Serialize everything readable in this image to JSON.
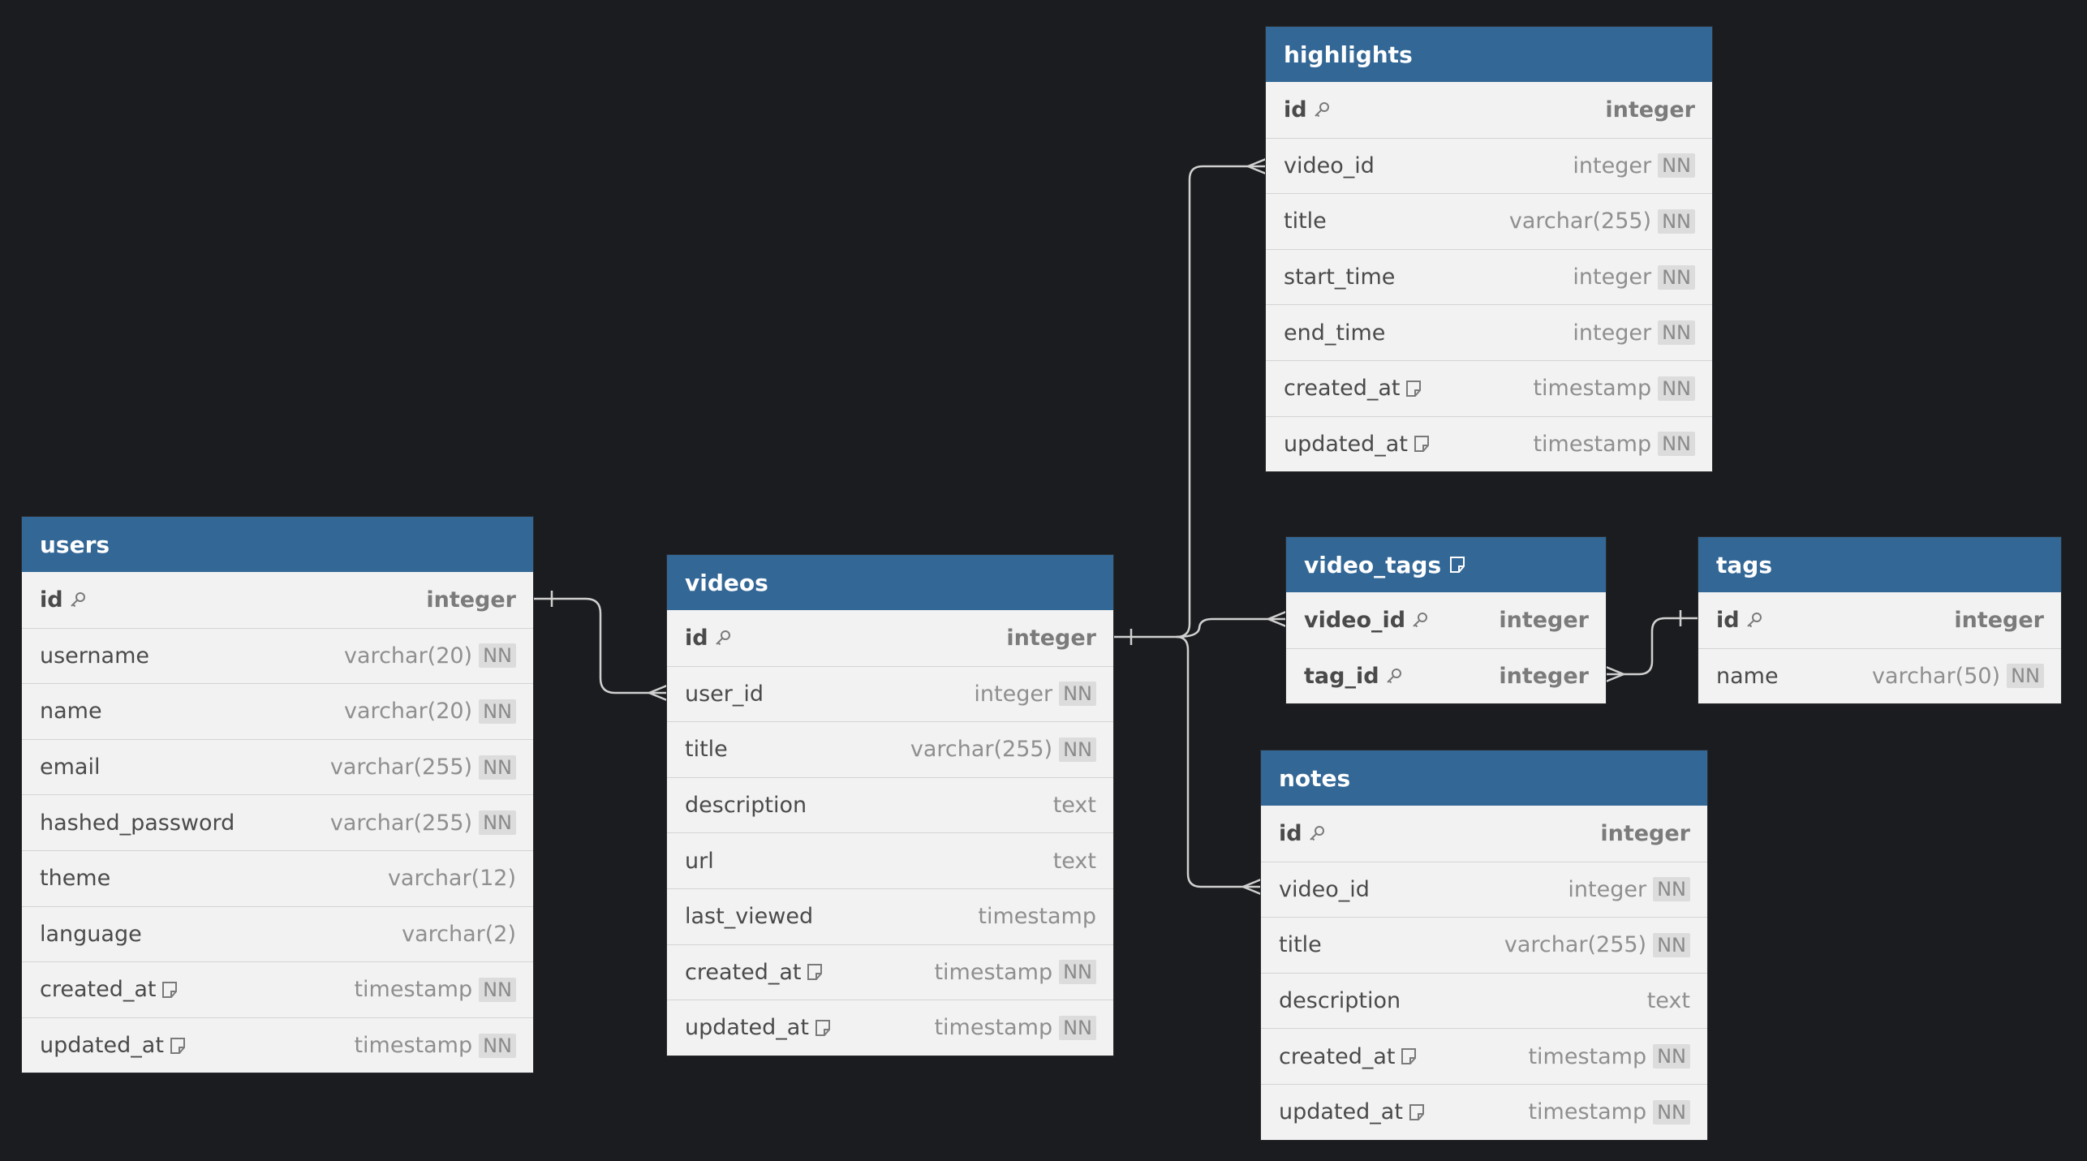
{
  "diagram": {
    "tables": {
      "highlights": {
        "name": "highlights",
        "columns": [
          {
            "name": "id",
            "type": "integer",
            "pk": true,
            "nn": false,
            "note": false
          },
          {
            "name": "video_id",
            "type": "integer",
            "pk": false,
            "nn": true,
            "note": false
          },
          {
            "name": "title",
            "type": "varchar(255)",
            "pk": false,
            "nn": true,
            "note": false
          },
          {
            "name": "start_time",
            "type": "integer",
            "pk": false,
            "nn": true,
            "note": false
          },
          {
            "name": "end_time",
            "type": "integer",
            "pk": false,
            "nn": true,
            "note": false
          },
          {
            "name": "created_at",
            "type": "timestamp",
            "pk": false,
            "nn": true,
            "note": true
          },
          {
            "name": "updated_at",
            "type": "timestamp",
            "pk": false,
            "nn": true,
            "note": true
          }
        ]
      },
      "users": {
        "name": "users",
        "columns": [
          {
            "name": "id",
            "type": "integer",
            "pk": true,
            "nn": false,
            "note": false
          },
          {
            "name": "username",
            "type": "varchar(20)",
            "pk": false,
            "nn": true,
            "note": false
          },
          {
            "name": "name",
            "type": "varchar(20)",
            "pk": false,
            "nn": true,
            "note": false
          },
          {
            "name": "email",
            "type": "varchar(255)",
            "pk": false,
            "nn": true,
            "note": false
          },
          {
            "name": "hashed_password",
            "type": "varchar(255)",
            "pk": false,
            "nn": true,
            "note": false
          },
          {
            "name": "theme",
            "type": "varchar(12)",
            "pk": false,
            "nn": false,
            "note": false
          },
          {
            "name": "language",
            "type": "varchar(2)",
            "pk": false,
            "nn": false,
            "note": false
          },
          {
            "name": "created_at",
            "type": "timestamp",
            "pk": false,
            "nn": true,
            "note": true
          },
          {
            "name": "updated_at",
            "type": "timestamp",
            "pk": false,
            "nn": true,
            "note": true
          }
        ]
      },
      "videos": {
        "name": "videos",
        "columns": [
          {
            "name": "id",
            "type": "integer",
            "pk": true,
            "nn": false,
            "note": false
          },
          {
            "name": "user_id",
            "type": "integer",
            "pk": false,
            "nn": true,
            "note": false
          },
          {
            "name": "title",
            "type": "varchar(255)",
            "pk": false,
            "nn": true,
            "note": false
          },
          {
            "name": "description",
            "type": "text",
            "pk": false,
            "nn": false,
            "note": false
          },
          {
            "name": "url",
            "type": "text",
            "pk": false,
            "nn": false,
            "note": false
          },
          {
            "name": "last_viewed",
            "type": "timestamp",
            "pk": false,
            "nn": false,
            "note": false
          },
          {
            "name": "created_at",
            "type": "timestamp",
            "pk": false,
            "nn": true,
            "note": true
          },
          {
            "name": "updated_at",
            "type": "timestamp",
            "pk": false,
            "nn": true,
            "note": true
          }
        ]
      },
      "video_tags": {
        "name": "video_tags",
        "has_note": true,
        "columns": [
          {
            "name": "video_id",
            "type": "integer",
            "pk": true,
            "nn": false,
            "note": false
          },
          {
            "name": "tag_id",
            "type": "integer",
            "pk": true,
            "nn": false,
            "note": false
          }
        ]
      },
      "tags": {
        "name": "tags",
        "columns": [
          {
            "name": "id",
            "type": "integer",
            "pk": true,
            "nn": false,
            "note": false
          },
          {
            "name": "name",
            "type": "varchar(50)",
            "pk": false,
            "nn": true,
            "note": false
          }
        ]
      },
      "notes": {
        "name": "notes",
        "columns": [
          {
            "name": "id",
            "type": "integer",
            "pk": true,
            "nn": false,
            "note": false
          },
          {
            "name": "video_id",
            "type": "integer",
            "pk": false,
            "nn": true,
            "note": false
          },
          {
            "name": "title",
            "type": "varchar(255)",
            "pk": false,
            "nn": true,
            "note": false
          },
          {
            "name": "description",
            "type": "text",
            "pk": false,
            "nn": false,
            "note": false
          },
          {
            "name": "created_at",
            "type": "timestamp",
            "pk": false,
            "nn": true,
            "note": true
          },
          {
            "name": "updated_at",
            "type": "timestamp",
            "pk": false,
            "nn": true,
            "note": true
          }
        ]
      }
    },
    "relationships": [
      {
        "from": "users.id",
        "to": "videos.user_id",
        "cardinality": "one-to-many"
      },
      {
        "from": "videos.id",
        "to": "highlights.video_id",
        "cardinality": "one-to-many"
      },
      {
        "from": "videos.id",
        "to": "video_tags.video_id",
        "cardinality": "one-to-many"
      },
      {
        "from": "videos.id",
        "to": "notes.video_id",
        "cardinality": "one-to-many"
      },
      {
        "from": "tags.id",
        "to": "video_tags.tag_id",
        "cardinality": "one-to-many"
      }
    ],
    "labels": {
      "nn_badge": "NN"
    },
    "colors": {
      "background": "#1b1c1f",
      "header": "#336796",
      "body": "#f2f2f2",
      "line": "#d0d0d0"
    },
    "icons": {
      "primary_key": "key-icon",
      "note": "note-icon"
    }
  }
}
